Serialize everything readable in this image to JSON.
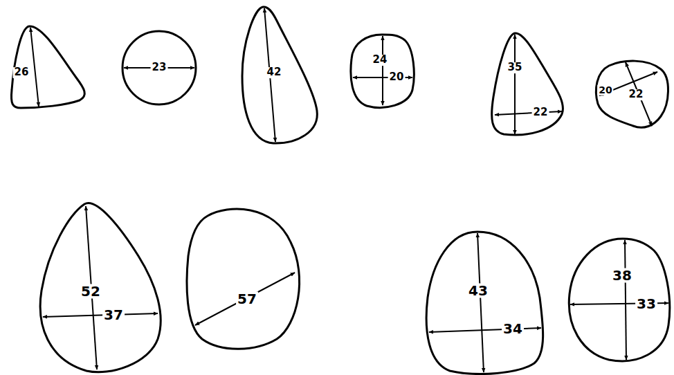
{
  "diagram": {
    "labels": [
      "26",
      "23",
      "42",
      "24",
      "20",
      "35",
      "22",
      "20",
      "22",
      "52",
      "37",
      "57",
      "43",
      "34",
      "38",
      "33"
    ]
  }
}
